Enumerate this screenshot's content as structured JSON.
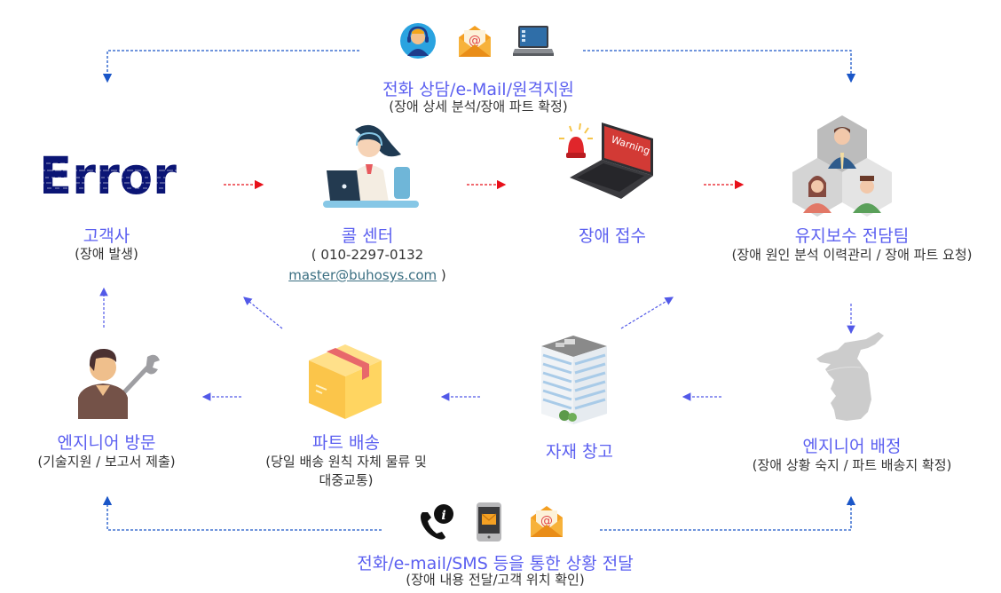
{
  "top_channel": {
    "title": "전화 상담/e-Mail/원격지원",
    "subtitle": "(장애 상세 분석/장애 파트 확정)",
    "icons": [
      "headset-agent-icon",
      "email-icon",
      "laptop-icon"
    ]
  },
  "bottom_channel": {
    "title": "전화/e-mail/SMS 등을 통한 상황 전달",
    "subtitle": "(장애 내용 전달/고객 위치 확인)",
    "icons": [
      "phone-info-icon",
      "mobile-mail-icon",
      "email-icon"
    ]
  },
  "nodes": {
    "customer": {
      "title": "고객사",
      "subtitle": "(장애 발생)",
      "logo_text": "Error"
    },
    "call_center": {
      "title": "콜 센터",
      "phone": "( 010-2297-0132",
      "email": "master@buhosys.com",
      "email_suffix": " )"
    },
    "fault_receipt": {
      "title": "장애 접수",
      "screen_text": "Warning"
    },
    "maintenance_team": {
      "title": "유지보수 전담팀",
      "subtitle": "(장애 원인 분석 이력관리 / 장애 파트 요청)"
    },
    "engineer_visit": {
      "title": "엔지니어 방문",
      "subtitle": "(기술지원 / 보고서 제출)"
    },
    "parts_delivery": {
      "title": "파트 배송",
      "subtitle_line1": "(당일 배송 원칙 자체 물류 및",
      "subtitle_line2": "대중교통)"
    },
    "warehouse": {
      "title": "자재 창고"
    },
    "engineer_assign": {
      "title": "엔지니어 배정",
      "subtitle": "(장애 상황 숙지 / 파트 배송지 확정)"
    }
  },
  "colors": {
    "accent": "#5b5ff0",
    "red_arrow": "#e8101a",
    "blue_arrow": "#5259e8",
    "dark_blue_line": "#1a56c8"
  }
}
